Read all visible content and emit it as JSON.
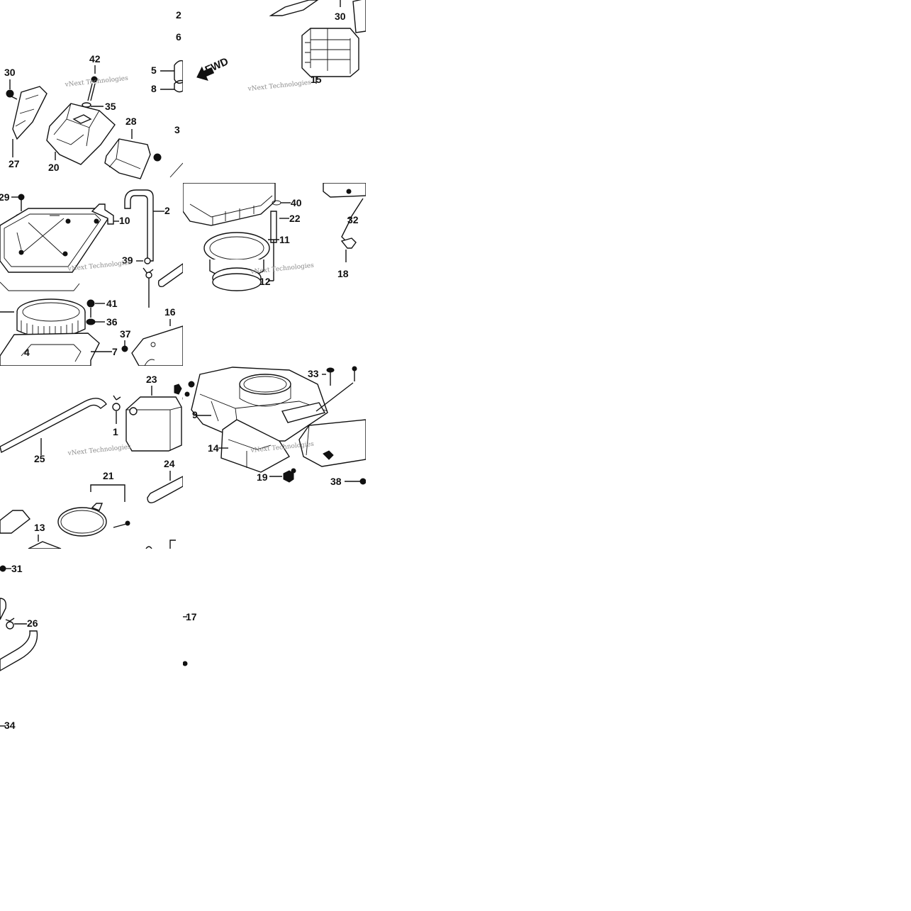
{
  "diagram": {
    "watermark": "vNext Technologies",
    "fwd_label": "FWD",
    "part_labels": {
      "p1": "1",
      "p2": "2",
      "p3": "3",
      "p4": "4",
      "p5": "5",
      "p6": "6",
      "p7": "7",
      "p8": "8",
      "p9": "9",
      "p10": "10",
      "p11": "11",
      "p12": "12",
      "p13": "13",
      "p14": "14",
      "p15": "15",
      "p16": "16",
      "p17": "17",
      "p18": "18",
      "p19": "19",
      "p20": "20",
      "p21": "21",
      "p22": "22",
      "p23": "23",
      "p24": "24",
      "p25": "25",
      "p26": "26",
      "p27": "27",
      "p28": "28",
      "p29": "29",
      "p30": "30",
      "p31": "31",
      "p32": "32",
      "p33": "33",
      "p34": "34",
      "p35": "35",
      "p36": "36",
      "p37": "37",
      "p38": "38",
      "p39": "39",
      "p40": "40",
      "p41": "41",
      "p42": "42"
    }
  }
}
